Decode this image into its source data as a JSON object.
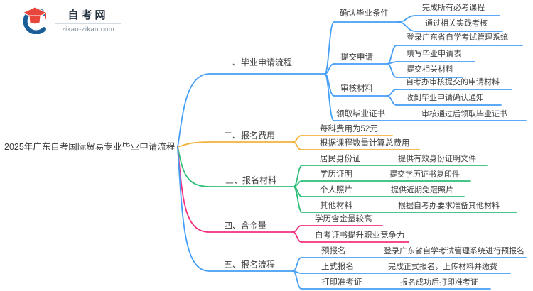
{
  "logo": {
    "title": "自考网",
    "domain": "zikao-zikao.com"
  },
  "root": {
    "label": "2025年广东自考国际贸易专业毕业申请流程"
  },
  "palette": {
    "blue": "#459ff5",
    "orange": "#f2b33d",
    "green": "#2fbe79",
    "pink": "#f5317f",
    "text": "#3f3f3f",
    "logo_blue": "#1b5e97",
    "logo_red": "#e8463c"
  },
  "branches": [
    {
      "label": "一、毕业申请流程",
      "color": "#459ff5",
      "children": [
        {
          "label": "确认毕业条件",
          "children": [
            {
              "label": "完成所有必考课程"
            },
            {
              "label": "通过相关实践考核"
            }
          ]
        },
        {
          "label": "提交申请",
          "children": [
            {
              "label": "登录广东省自学考试管理系统"
            },
            {
              "label": "填写毕业申请表"
            },
            {
              "label": "提交相关材料"
            }
          ]
        },
        {
          "label": "审核材料",
          "children": [
            {
              "label": "自考办审核提交的申请材料"
            },
            {
              "label": "收到毕业申请确认通知"
            }
          ]
        },
        {
          "label": "领取毕业证书",
          "children": [
            {
              "label": "审核通过后领取毕业证书"
            }
          ]
        }
      ]
    },
    {
      "label": "二、报名费用",
      "color": "#f2b33d",
      "children": [
        {
          "label": "每科费用为52元"
        },
        {
          "label": "根据课程数量计算总费用"
        }
      ]
    },
    {
      "label": "三、报名材料",
      "color": "#2fbe79",
      "children": [
        {
          "label": "居民身份证",
          "children": [
            {
              "label": "提供有效身份证明文件"
            }
          ]
        },
        {
          "label": "学历证明",
          "children": [
            {
              "label": "提交学历证书复印件"
            }
          ]
        },
        {
          "label": "个人照片",
          "children": [
            {
              "label": "提供近期免冠照片"
            }
          ]
        },
        {
          "label": "其他材料",
          "children": [
            {
              "label": "根据自考办要求准备其他材料"
            }
          ]
        }
      ]
    },
    {
      "label": "四、含金量",
      "color": "#f5317f",
      "children": [
        {
          "label": "学历含金量较高"
        },
        {
          "label": "自考证书提升职业竞争力"
        }
      ]
    },
    {
      "label": "五、报名流程",
      "color": "#459ff5",
      "children": [
        {
          "label": "预报名",
          "children": [
            {
              "label": "登录广东省自学考试管理系统进行预报名"
            }
          ]
        },
        {
          "label": "正式报名",
          "children": [
            {
              "label": "完成正式报名，上传材料并缴费"
            }
          ]
        },
        {
          "label": "打印准考证",
          "children": [
            {
              "label": "报名成功后打印准考证"
            }
          ]
        }
      ]
    }
  ]
}
